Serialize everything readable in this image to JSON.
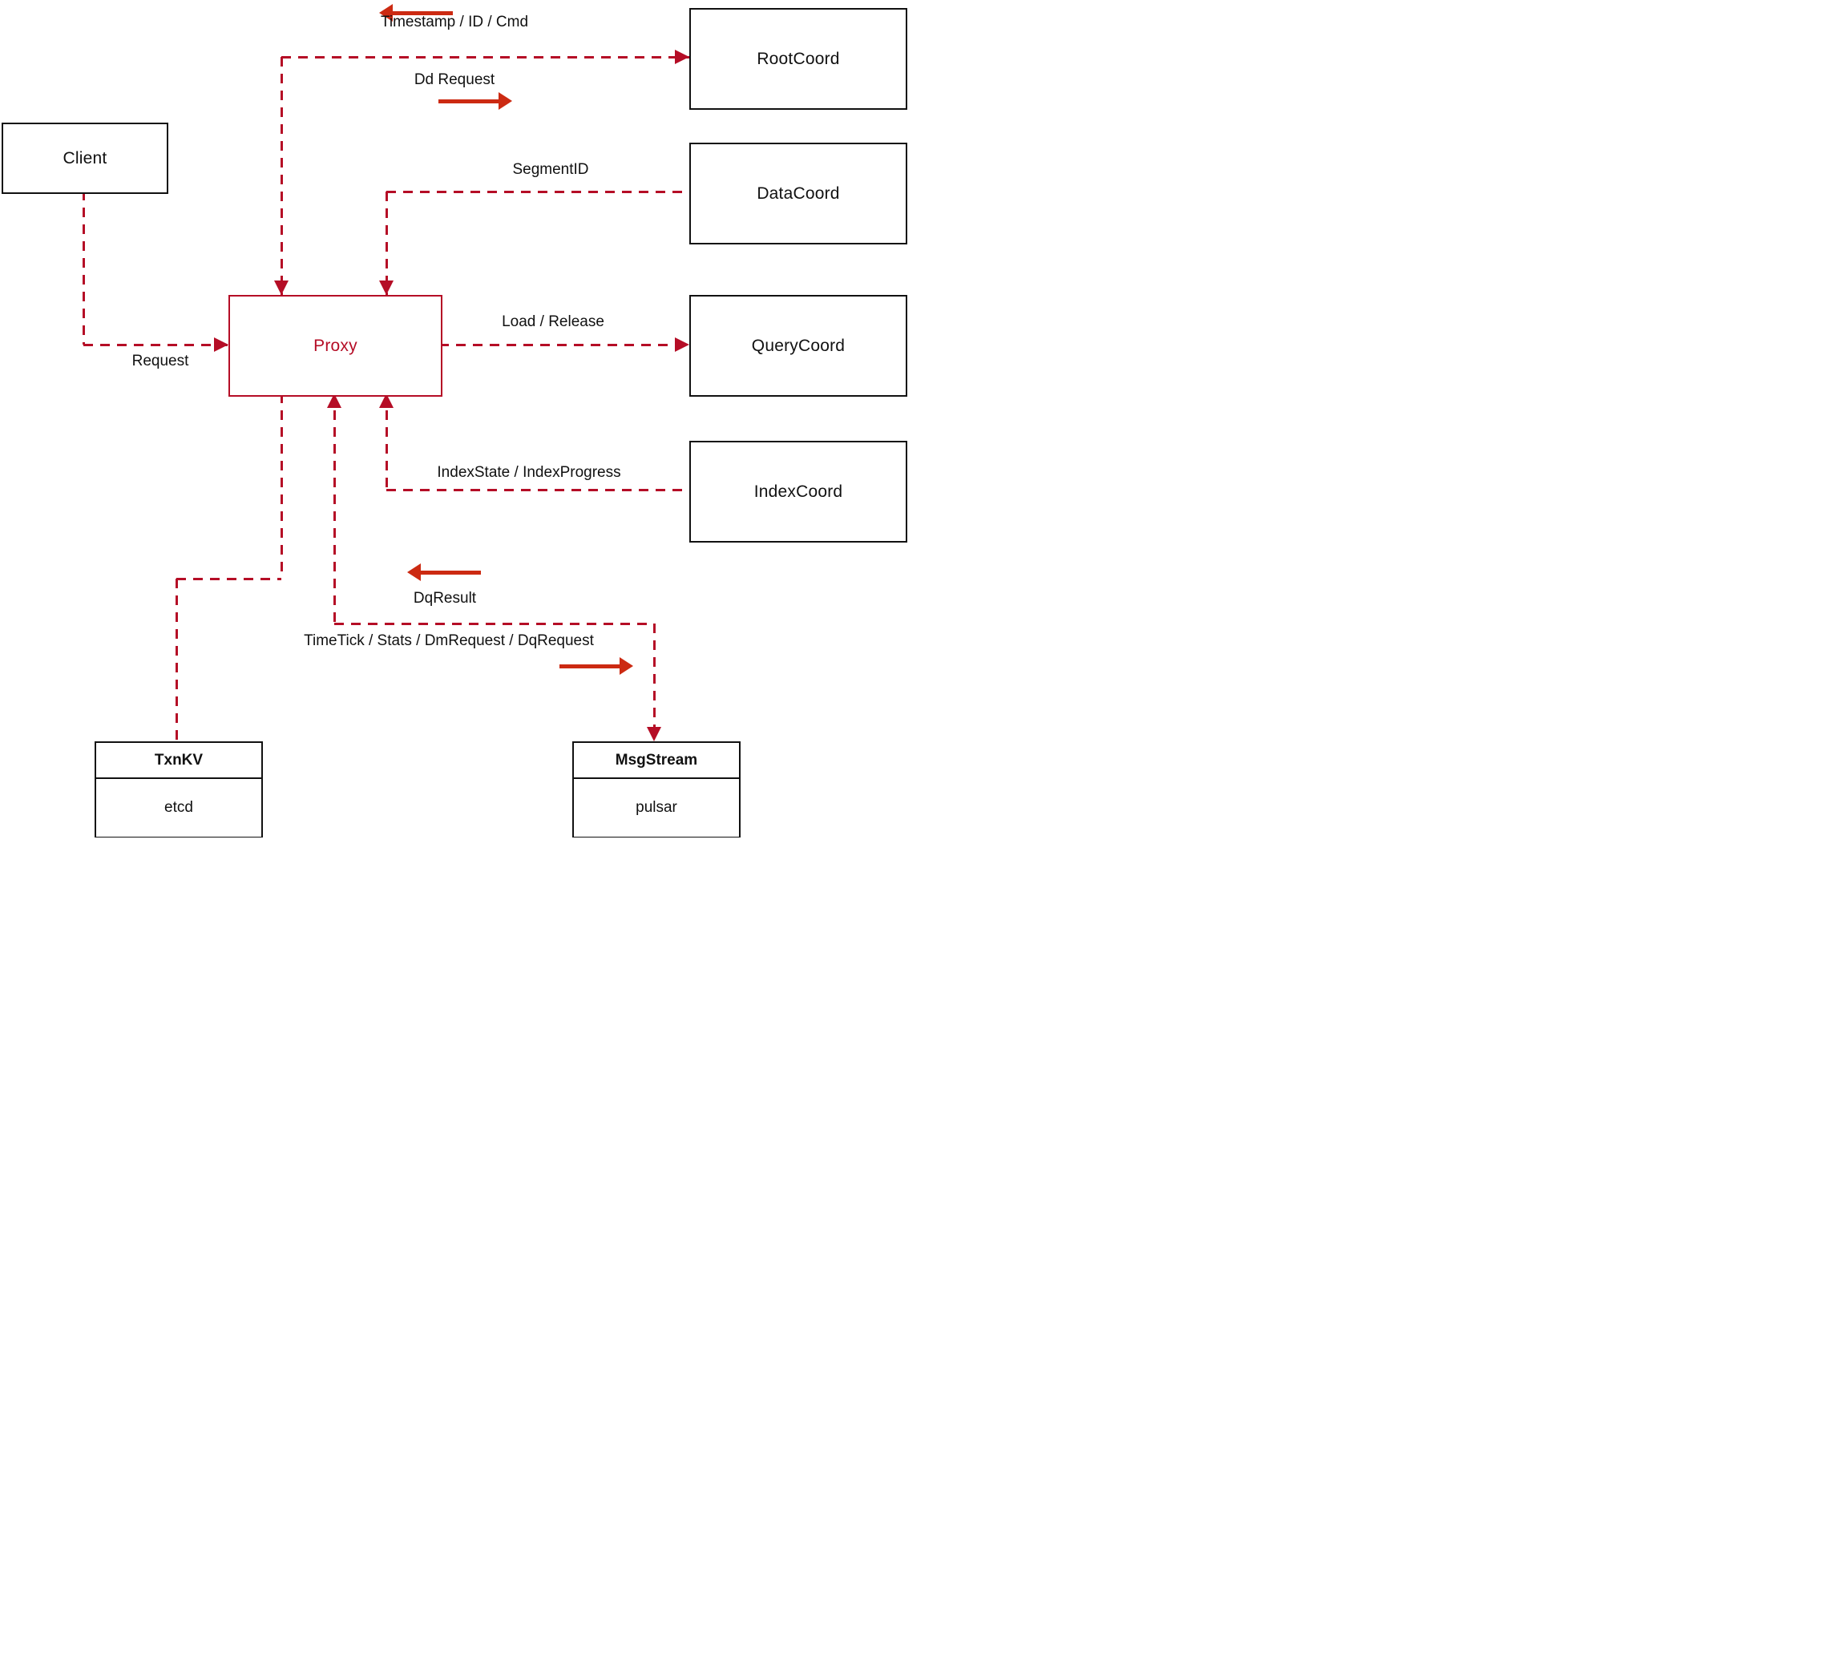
{
  "diagram": {
    "title": "Proxy interaction diagram",
    "colors": {
      "connector_crimson": "#b50d26",
      "annotation_arrow_red": "#cc2a12",
      "box_border_black": "#111111",
      "background": "#ffffff"
    },
    "nodes": {
      "client": {
        "label": "Client"
      },
      "proxy": {
        "label": "Proxy"
      },
      "root_coord": {
        "label": "RootCoord"
      },
      "data_coord": {
        "label": "DataCoord"
      },
      "query_coord": {
        "label": "QueryCoord"
      },
      "index_coord": {
        "label": "IndexCoord"
      },
      "txn_kv": {
        "title": "TxnKV",
        "subtitle": "etcd"
      },
      "msg_stream": {
        "title": "MsgStream",
        "subtitle": "pulsar"
      }
    },
    "edge_labels": {
      "timestamp_id_cmd": "Timestamp / ID / Cmd",
      "dd_request": "Dd Request",
      "segment_id": "SegmentID",
      "load_release": "Load / Release",
      "index_state": "IndexState / IndexProgress",
      "request": "Request",
      "dq_result": "DqResult",
      "timetick": "TimeTick / Stats / DmRequest / DqRequest"
    }
  }
}
